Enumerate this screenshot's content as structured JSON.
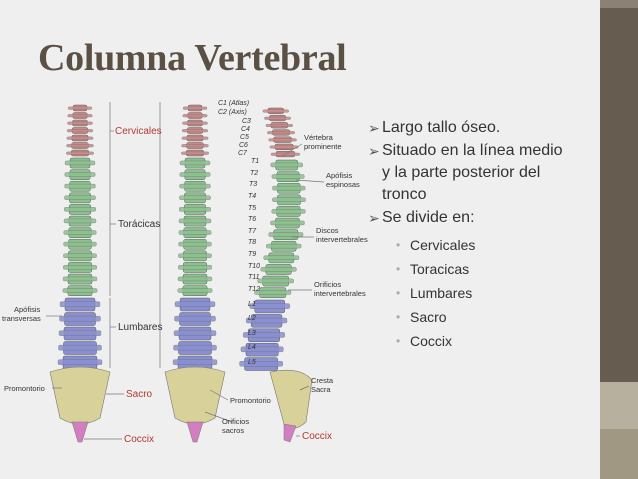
{
  "title": "Columna Vertebral",
  "bullets": [
    {
      "lines": [
        "Largo tallo óseo."
      ]
    },
    {
      "lines": [
        "Situado en la línea medio",
        "y la parte posterior del",
        "tronco"
      ]
    },
    {
      "lines": [
        "Se divide en:"
      ]
    }
  ],
  "sub_items": [
    "Cervicales",
    "Toracicas",
    "Lumbares",
    "Sacro",
    "Coccix"
  ],
  "figure": {
    "region_labels": {
      "cervicales": "Cervicales",
      "toracicas": "Torácicas",
      "lumbares": "Lumbares",
      "sacro": "Sacro",
      "coccix_left": "Coccix",
      "coccix_right": "Coccix"
    },
    "side_labels": {
      "apofisis_transversas_1": "Apófisis",
      "apofisis_transversas_2": "transversas",
      "promontorio_left": "Promontorio",
      "promontorio_mid": "Promontorio",
      "orificios_sacros_1": "Orificios",
      "orificios_sacros_2": "sacros",
      "vertebra_prominente_1": "Vértebra",
      "vertebra_prominente_2": "prominente",
      "apofisis_espinosas_1": "Apófisis",
      "apofisis_espinosas_2": "espinosas",
      "discos_1": "Discos",
      "discos_2": "intervertebrales",
      "orificios_inter_1": "Orificios",
      "orificios_inter_2": "intervertebrales",
      "cresta_1": "Cresta",
      "cresta_2": "Sacra"
    },
    "vertebra_labels": [
      "C1 (Atlas)",
      "C2 (Axis)",
      "C3",
      "C4",
      "C5",
      "C6",
      "C7",
      "T1",
      "T2",
      "T3",
      "T4",
      "T5",
      "T6",
      "T7",
      "T8",
      "T9",
      "T10",
      "T11",
      "T12",
      "L1",
      "L2",
      "L3",
      "L4",
      "L5"
    ],
    "colors": {
      "cervical": "#c98a8a",
      "thoracic": "#8cc08e",
      "lumbar": "#8a8fd0",
      "sacrum": "#d9d19a",
      "coccyx": "#d27fc0",
      "label_red": "#b23a2e"
    }
  }
}
